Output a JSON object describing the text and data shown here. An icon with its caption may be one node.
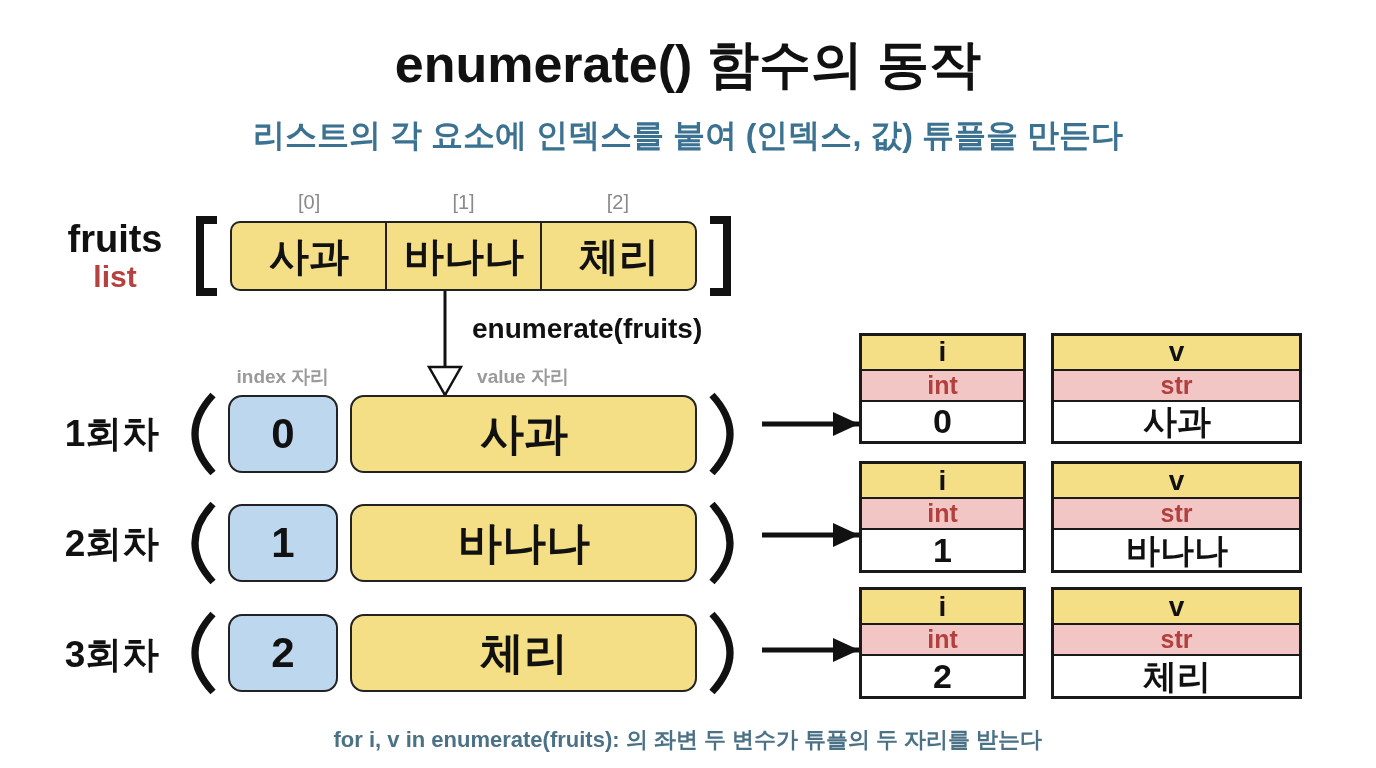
{
  "diagram": {
    "title": "enumerate() 함수의 동작",
    "caption": "for i, v in enumerate(fruits): 의 좌변 두 변수가 튜플의 두 자리를 받는다",
    "nodes": [
      {
        "text": [
          "사과",
          "바나나",
          "체리"
        ],
        "beside": [
          "[0]",
          "[1]",
          "[2]"
        ]
      },
      {
        "text": [
          "0"
        ]
      },
      {
        "text": [
          "사과"
        ]
      },
      {
        "text": [
          "i",
          "int",
          "0"
        ]
      },
      {
        "text": [
          "v",
          "str",
          "사과"
        ]
      },
      {
        "text": [
          "1"
        ]
      },
      {
        "text": [
          "바나나"
        ]
      },
      {
        "text": [
          "i",
          "int",
          "1"
        ]
      },
      {
        "text": [
          "v",
          "str",
          "바나나"
        ]
      },
      {
        "text": [
          "2"
        ]
      },
      {
        "text": [
          "체리"
        ]
      },
      {
        "text": [
          "i",
          "int",
          "2"
        ]
      },
      {
        "text": [
          "v",
          "str",
          "체리"
        ]
      }
    ],
    "edges": [
      {
        "from": 0,
        "to": 2,
        "arrow": "to",
        "label": "enumerate(fruits)"
      },
      {
        "from": null,
        "to": 3,
        "arrow": "to"
      },
      {
        "from": null,
        "to": 7,
        "arrow": "to"
      },
      {
        "from": null,
        "to": 11,
        "arrow": "to"
      }
    ],
    "labels": [
      "리스트의 각 요소에 인덱스를 붙여 (인덱스, 값) 튜플을 만든다",
      "fruits",
      "list",
      "index 자리",
      "value 자리",
      "1회차",
      "2회차",
      "3회차"
    ]
  }
}
